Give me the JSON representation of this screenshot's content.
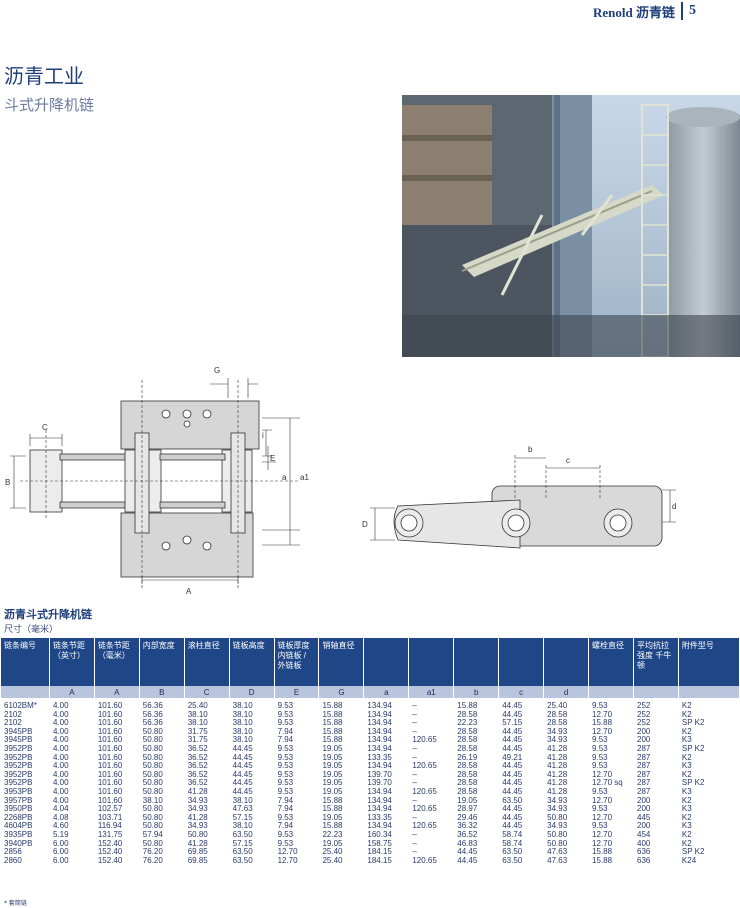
{
  "header": {
    "brand": "Renold 沥青链",
    "page": "5"
  },
  "title": "沥青工业",
  "subtitle": "斗式升降机链",
  "diagram_labels": {
    "G": "G",
    "C": "C",
    "B": "B",
    "A": "A",
    "i": "i",
    "E": "E",
    "a": "a",
    "a1": "a1",
    "b": "b",
    "c": "c",
    "d": "d",
    "D": "D"
  },
  "table": {
    "title": "沥青斗式升降机链",
    "subtitle": "尺寸（毫米）",
    "headers": [
      "链条编号",
      "链条节距（英寸）",
      "链条节距（毫米）",
      "内部宽度",
      "滚柱直径",
      "链板高度",
      "链板厚度 内链板 / 外链板",
      "销轴直径",
      "",
      "",
      "",
      "",
      "",
      "螺栓直径",
      "平均抗拉强度 千牛顿",
      "附件型号"
    ],
    "units": [
      "",
      "A",
      "A",
      "B",
      "C",
      "D",
      "E",
      "G",
      "a",
      "a1",
      "b",
      "c",
      "d",
      "",
      "",
      ""
    ],
    "rows": [
      [
        "6102BM*",
        "4.00",
        "101.60",
        "56.36",
        "25.40",
        "38.10",
        "9.53",
        "15.88",
        "134.94",
        "–",
        "15.88",
        "44.45",
        "25.40",
        "9.53",
        "252",
        "K2"
      ],
      [
        "2102",
        "4.00",
        "101.60",
        "56.36",
        "38.10",
        "38.10",
        "9.53",
        "15.88",
        "134.94",
        "–",
        "28.58",
        "44.45",
        "28.58",
        "12.70",
        "252",
        "K2"
      ],
      [
        "2102",
        "4.00",
        "101.60",
        "56.36",
        "38.10",
        "38.10",
        "9.53",
        "15.88",
        "134.94",
        "–",
        "22.23",
        "57.15",
        "28.58",
        "15.88",
        "252",
        "SP K2"
      ],
      [
        "3945PB",
        "4.00",
        "101.60",
        "50.80",
        "31.75",
        "38.10",
        "7.94",
        "15.88",
        "134.94",
        "–",
        "28.58",
        "44.45",
        "34.93",
        "12.70",
        "200",
        "K2"
      ],
      [
        "3945PB",
        "4.00",
        "101.60",
        "50.80",
        "31.75",
        "38.10",
        "7.94",
        "15.88",
        "134.94",
        "120.65",
        "28.58",
        "44.45",
        "34.93",
        "9.53",
        "200",
        "K3"
      ],
      [
        "3952PB",
        "4.00",
        "101.60",
        "50.80",
        "36.52",
        "44.45",
        "9.53",
        "19.05",
        "134.94",
        "–",
        "28.58",
        "44.45",
        "41.28",
        "9.53",
        "287",
        "SP K2"
      ],
      [
        "3952PB",
        "4.00",
        "101.60",
        "50.80",
        "36.52",
        "44.45",
        "9.53",
        "19.05",
        "133.35",
        "–",
        "26.19",
        "49.21",
        "41.28",
        "9.53",
        "287",
        "K2"
      ],
      [
        "3952PB",
        "4.00",
        "101.60",
        "50.80",
        "36.52",
        "44.45",
        "9.53",
        "19.05",
        "134.94",
        "120.65",
        "28.58",
        "44.45",
        "41.28",
        "9.53",
        "287",
        "K3"
      ],
      [
        "3952PB",
        "4.00",
        "101.60",
        "50.80",
        "36.52",
        "44.45",
        "9.53",
        "19.05",
        "139.70",
        "–",
        "28.58",
        "44.45",
        "41.28",
        "12.70",
        "287",
        "K2"
      ],
      [
        "3952PB",
        "4.00",
        "101.60",
        "50.80",
        "36.52",
        "44.45",
        "9.53",
        "19.05",
        "139.70",
        "–",
        "28.58",
        "44.45",
        "41.28",
        "12.70 sq",
        "287",
        "SP K2"
      ],
      [
        "3953PB",
        "4.00",
        "101.60",
        "50.80",
        "41.28",
        "44.45",
        "9.53",
        "19.05",
        "134.94",
        "120.65",
        "28.58",
        "44.45",
        "41.28",
        "9.53",
        "287",
        "K3"
      ],
      [
        "3957PB",
        "4.00",
        "101.60",
        "38.10",
        "34.93",
        "38.10",
        "7.94",
        "15.88",
        "134.94",
        "–",
        "19.05",
        "63.50",
        "34.93",
        "12.70",
        "200",
        "K2"
      ],
      [
        "3950PB",
        "4.04",
        "102.57",
        "50.80",
        "34.93",
        "47.63",
        "7.94",
        "15.88",
        "134.94",
        "120.65",
        "28.97",
        "44.45",
        "34.93",
        "9.53",
        "200",
        "K3"
      ],
      [
        "2268PB",
        "4.08",
        "103.71",
        "50.80",
        "41.28",
        "57.15",
        "9.53",
        "19.05",
        "133.35",
        "–",
        "29.46",
        "44.45",
        "50.80",
        "12.70",
        "445",
        "K2"
      ],
      [
        "4604PB",
        "4.60",
        "116.94",
        "50.80",
        "34.93",
        "38.10",
        "7.94",
        "15.88",
        "134.94",
        "120.65",
        "36.32",
        "44.45",
        "34.93",
        "9.53",
        "200",
        "K3"
      ],
      [
        "3935PB",
        "5.19",
        "131.75",
        "57.94",
        "50.80",
        "63.50",
        "9.53",
        "22.23",
        "160.34",
        "–",
        "36.52",
        "58.74",
        "50.80",
        "12.70",
        "454",
        "K2"
      ],
      [
        "3940PB",
        "6.00",
        "152.40",
        "50.80",
        "41.28",
        "57.15",
        "9.53",
        "19.05",
        "158.75",
        "–",
        "46.83",
        "58.74",
        "50.80",
        "12.70",
        "400",
        "K2"
      ],
      [
        "2856",
        "6.00",
        "152.40",
        "76.20",
        "69.85",
        "63.50",
        "12.70",
        "25.40",
        "184.15",
        "–",
        "44.45",
        "63.50",
        "47.63",
        "15.88",
        "636",
        "SP K2"
      ],
      [
        "2860",
        "6.00",
        "152.40",
        "76.20",
        "69.85",
        "63.50",
        "12.70",
        "25.40",
        "184.15",
        "120.65",
        "44.45",
        "63.50",
        "47.63",
        "15.88",
        "636",
        "K24"
      ]
    ]
  },
  "footnote": "* 套筒链"
}
